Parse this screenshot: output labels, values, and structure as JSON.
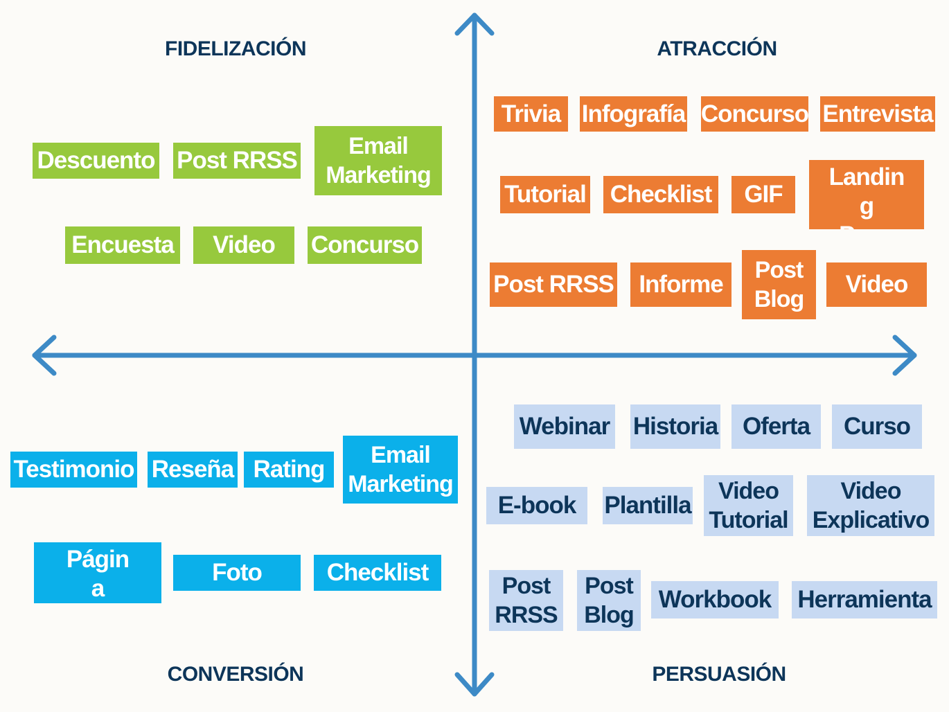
{
  "quadrants": {
    "top_left": "FIDELIZACIÓN",
    "top_right": "ATRACCIÓN",
    "bottom_left": "CONVERSIÓN",
    "bottom_right": "PERSUASIÓN"
  },
  "colors": {
    "axis": "#3d8ac6",
    "fidelizacion": "#97c93d",
    "atraccion": "#ec7c33",
    "persuasion": "#c7d9f2",
    "conversion": "#0bb0ea",
    "label_text": "#0d3559"
  },
  "fidelizacion": [
    "Descuento",
    "Post RRSS",
    "Email\nMarketing",
    "Encuesta",
    "Video",
    "Concurso"
  ],
  "atraccion": [
    "Trivia",
    "Infografía",
    "Concurso",
    "Entrevista",
    "Tutorial",
    "Checklist",
    "GIF",
    "Landin\ng\nPage",
    "Post RRSS",
    "Informe",
    "Post\nBlog",
    "Video"
  ],
  "persuasion": [
    "Webinar",
    "Historia",
    "Oferta",
    "Curso",
    "E-book",
    "Plantilla",
    "Video\nTutorial",
    "Video\nExplicativo",
    "Post\nRRSS",
    "Post\nBlog",
    "Workbook",
    "Herramienta"
  ],
  "conversion": [
    "Testimonio",
    "Reseña",
    "Rating",
    "Email\nMarketing",
    "Págin\na\nWeb",
    "Foto",
    "Checklist"
  ]
}
